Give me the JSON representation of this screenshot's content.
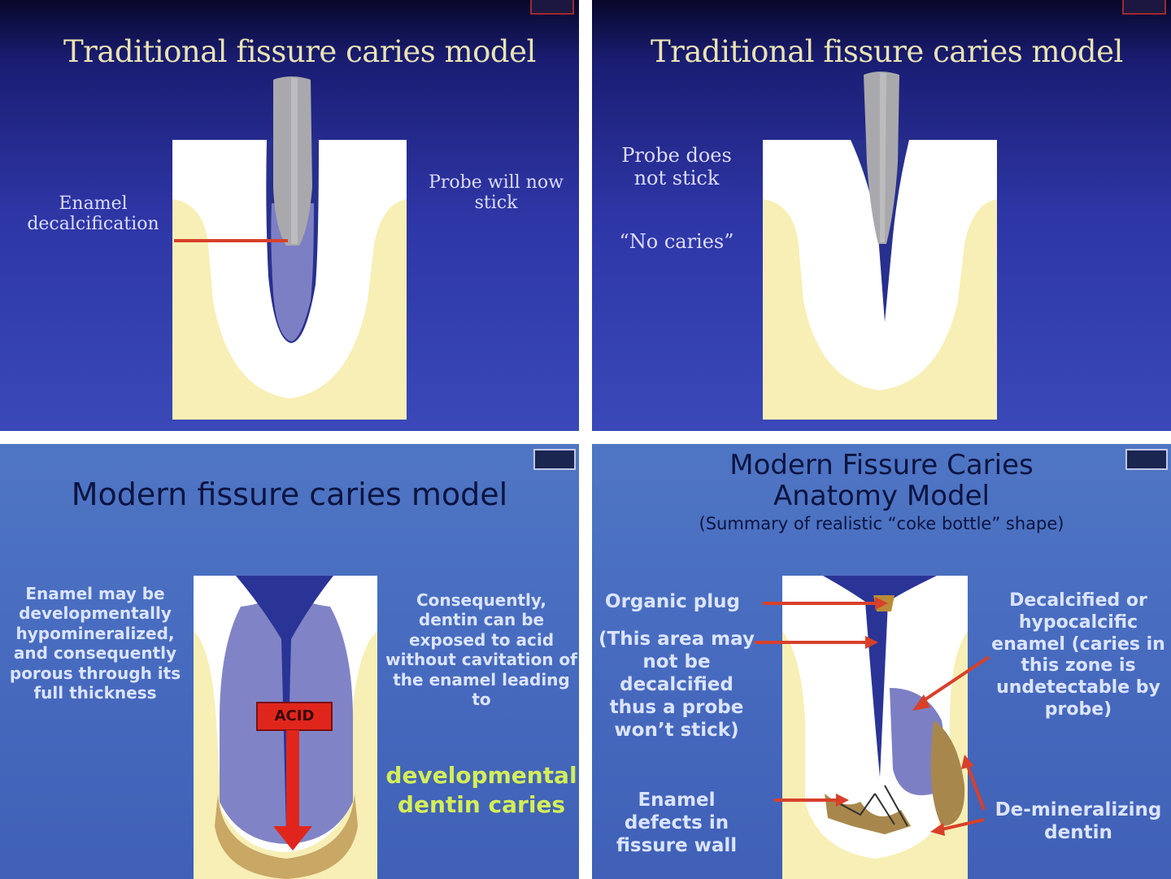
{
  "panels": {
    "top_left": {
      "title": "Traditional fissure caries model",
      "label_enamel": "Enamel decalcification",
      "label_probe": "Probe will now stick"
    },
    "top_right": {
      "title": "Traditional fissure caries model",
      "label_probe_1": "Probe does not stick",
      "label_probe_2": "“No caries”"
    },
    "bottom_left": {
      "title": "Modern fissure caries model",
      "acid_label": "ACID",
      "left_text": "Enamel may be developmentally hypomineralized, and consequently porous through its full thickness",
      "right_text": "Consequently, dentin can be exposed to acid without cavitation of the enamel leading to",
      "right_highlight": "developmental dentin caries"
    },
    "bottom_right": {
      "title_line1": "Modern Fissure Caries",
      "title_line2": "Anatomy Model",
      "subtitle": "(Summary of realistic “coke bottle” shape)",
      "organic_plug": "Organic plug",
      "area_note": "(This area may not be decalcified thus a probe won’t stick)",
      "enamel_defects": "Enamel defects in fissure wall",
      "decalcified": "Decalcified or hypocalcific enamel (caries in this zone is undetectable by probe)",
      "demineralizing": "De-mineralizing dentin"
    }
  },
  "colors": {
    "dentin": "#f7efb5",
    "enamel": "#ffffff",
    "lesion": "#7d7fc4",
    "acid_red": "#e0261c",
    "arrow_red": "#d8402a",
    "title_gold": "#e9e3b4"
  }
}
